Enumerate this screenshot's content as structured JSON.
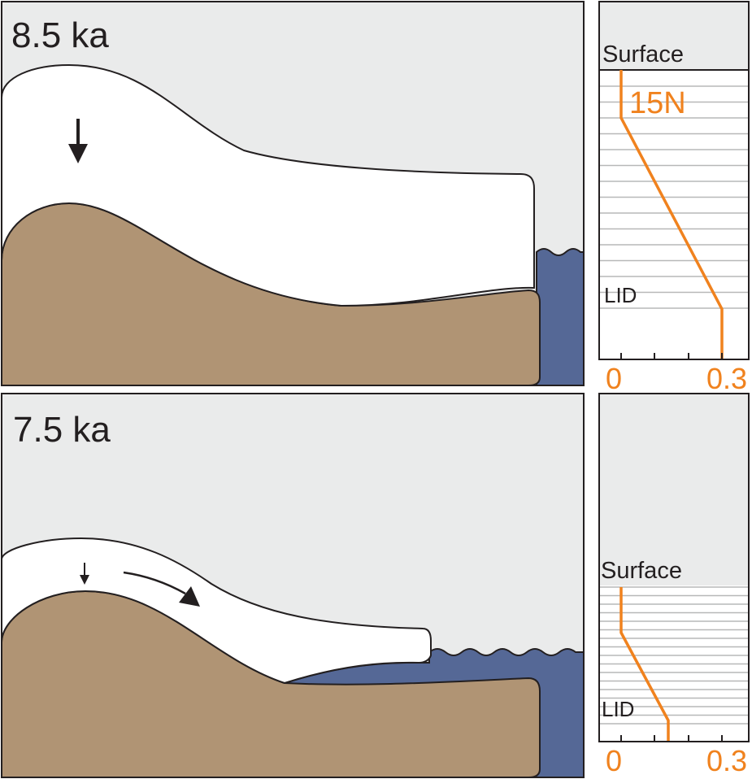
{
  "panels": [
    {
      "time_label": "8.5 ka",
      "profile": {
        "surface_label": "Surface",
        "lid_label": "LID",
        "curve_label": "15N",
        "x_axis_min_label": "0",
        "x_axis_max_label": "0.3"
      }
    },
    {
      "time_label": "7.5 ka",
      "profile": {
        "surface_label": "Surface",
        "lid_label": "LID",
        "x_axis_min_label": "0",
        "x_axis_max_label": "0.3"
      }
    }
  ],
  "colors": {
    "sky": "#eaebeb",
    "ice": "#ffffff",
    "bedrock": "#b09474",
    "ocean": "#556896",
    "outline": "#231f20",
    "firn_lines": "#b7b8b8",
    "profile_curve": "#f0821e"
  }
}
